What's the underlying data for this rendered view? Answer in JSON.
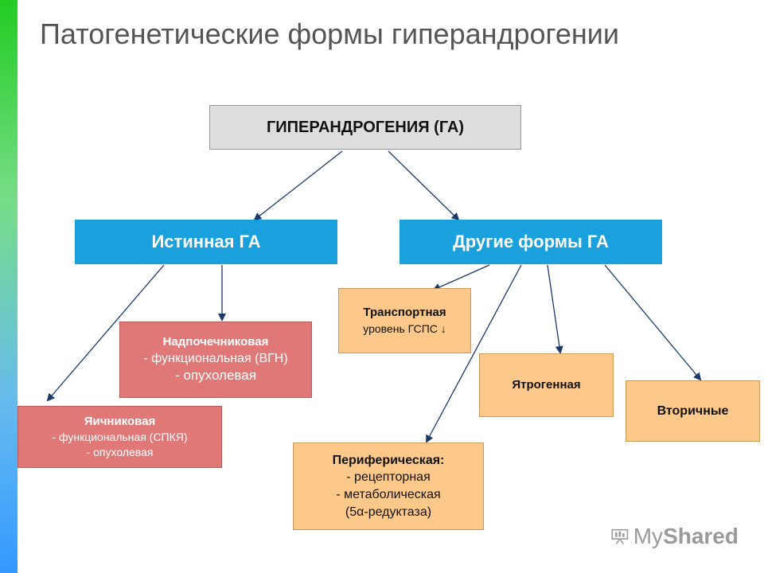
{
  "title": "Патогенетические формы гиперандрогении",
  "root": {
    "label": "ГИПЕРАНДРОГЕНИЯ (ГА)"
  },
  "true_ga": {
    "label": "Истинная ГА"
  },
  "other_ga": {
    "label": "Другие формы ГА"
  },
  "adrenal": {
    "title": "Надпочечниковая",
    "line1": "- функциональная (ВГН)",
    "line2": "- опухолевая"
  },
  "ovary": {
    "title": "Яичниковая",
    "line1": "- функциональная (СПКЯ)",
    "line2": "- опухолевая"
  },
  "transport": {
    "title": "Транспортная",
    "line1": "уровень ГСПС ↓"
  },
  "iatro": {
    "label": "Ятрогенная"
  },
  "secondary": {
    "label": "Вторичные"
  },
  "peripheral": {
    "title": "Периферическая:",
    "line1": "- рецепторная",
    "line2": "- метаболическая",
    "line3": "(5α-редуктаза)"
  },
  "watermark": {
    "brand_light": "My",
    "brand_bold": "Shared"
  },
  "colors": {
    "accent_blue": "#1aa0dc",
    "red_box": "#e07878",
    "orange_box": "#fcc98a",
    "root_box": "#dedede"
  }
}
